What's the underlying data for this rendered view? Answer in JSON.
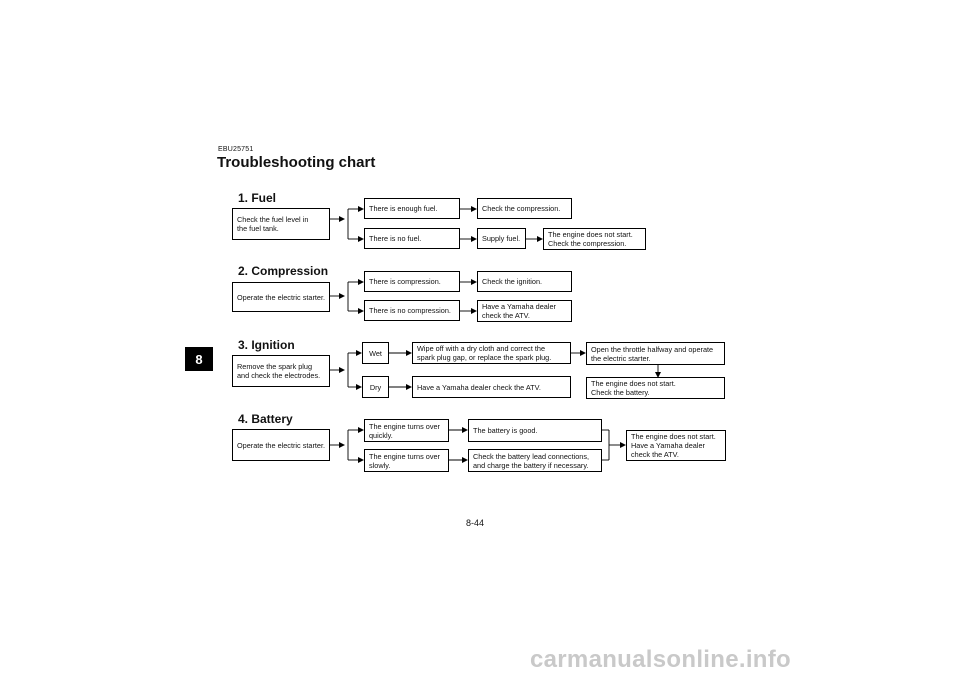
{
  "header": {
    "code": "EBU25751",
    "title": "Troubleshooting chart"
  },
  "chapter_tab": "8",
  "sections": {
    "fuel": {
      "heading": "1. Fuel",
      "start": "Check the fuel level in\nthe fuel tank.",
      "enough": "There is enough fuel.",
      "check_compression": "Check the compression.",
      "no_fuel": "There is no fuel.",
      "supply": "Supply fuel.",
      "not_start": "The engine does not start.\nCheck the compression."
    },
    "compression": {
      "heading": "2. Compression",
      "start": "Operate the electric starter.",
      "yes": "There is compression.",
      "check_ignition": "Check the ignition.",
      "no": "There is no compression.",
      "dealer": "Have a Yamaha dealer\ncheck the ATV."
    },
    "ignition": {
      "heading": "3. Ignition",
      "start": "Remove the spark plug\nand check the electrodes.",
      "wet": "Wet",
      "wipe": "Wipe off with a dry cloth and correct the\nspark plug gap, or replace the spark plug.",
      "throttle": "Open the throttle halfway and operate\nthe electric starter.",
      "dry": "Dry",
      "dealer": "Have a Yamaha dealer check the ATV.",
      "not_start": "The engine does not start.\nCheck the battery."
    },
    "battery": {
      "heading": "4. Battery",
      "start": "Operate the electric starter.",
      "quick": "The engine turns over\nquickly.",
      "good": "The battery is good.",
      "slow": "The engine turns over\nslowly.",
      "charge": "Check the battery lead connections,\nand charge the battery if necessary.",
      "not_start": "The engine does not start.\nHave a Yamaha dealer\ncheck the ATV."
    }
  },
  "page_number": "8-44",
  "watermark": "carmanualsonline.info"
}
